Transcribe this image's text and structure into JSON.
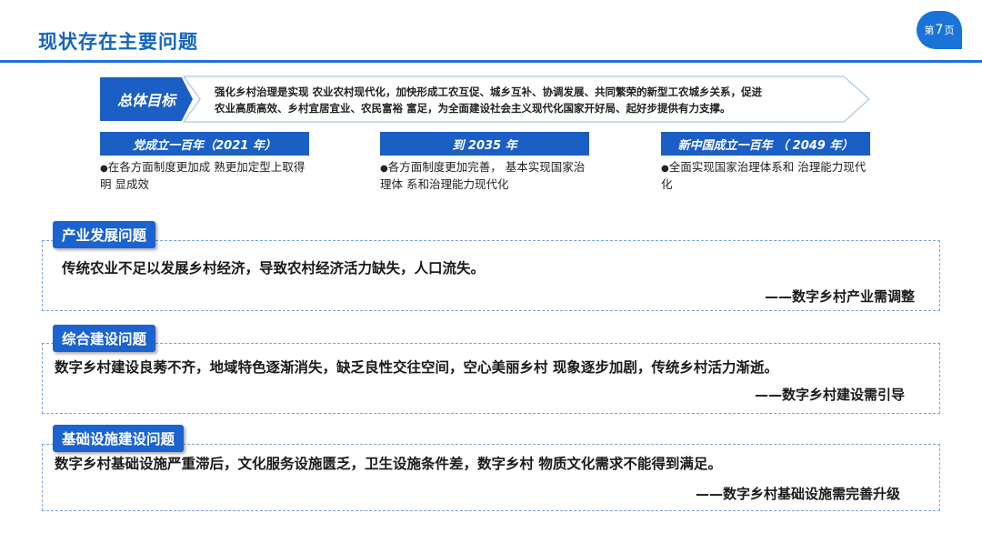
{
  "header": {
    "title": "现状存在主要问题",
    "page_prefix": "第",
    "page_number": "7",
    "page_suffix": "页"
  },
  "goal": {
    "label": "总体目标",
    "line1": "强化乡村治理是实现 农业农村现代化，加快形成工农互促、城乡互补、协调发展、共同繁荣的新型工农城乡关系，促进",
    "line2": "农业高质高效、乡村宜居宜业、农民富裕 富足，为全面建设社会主义现代化国家开好局、起好步提供有力支撑。"
  },
  "milestones": [
    {
      "title": "党成立一百年（2021 年）",
      "bullet": "●",
      "text": "在各方面制度更加成 熟更加定型上取得明 显成效"
    },
    {
      "title": "到 2035 年",
      "bullet": "●",
      "text": "各方面制度更加完善， 基本实现国家治理体 系和治理能力现代化"
    },
    {
      "title": "新中国成立一百年 （ 2049 年）",
      "bullet": "●",
      "text": "全面实现国家治理体系和 治理能力现代化"
    }
  ],
  "problems": [
    {
      "tab": "产业发展问题",
      "text": "传统农业不足以发展乡村经济，导致农村经济活力缺失，人口流失。",
      "sig": "——数字乡村产业需调整"
    },
    {
      "tab": "综合建设问题",
      "text": "数字乡村建设良莠不齐，地域特色逐渐消失，缺乏良性交往空间，空心美丽乡村 现象逐步加剧，传统乡村活力渐逝。",
      "sig": "——数字乡村建设需引导"
    },
    {
      "tab": "基础设施建设问题",
      "text": "数字乡村基础设施严重滞后，文化服务设施匮乏，卫生设施条件差，数字乡村 物质文化需求不能得到满足。",
      "sig": "——数字乡村基础设施需完善升级"
    }
  ],
  "colors": {
    "accent": "#1b5fc4",
    "header_line": "#1a73d9",
    "dashed_border": "#7aa7d6"
  }
}
